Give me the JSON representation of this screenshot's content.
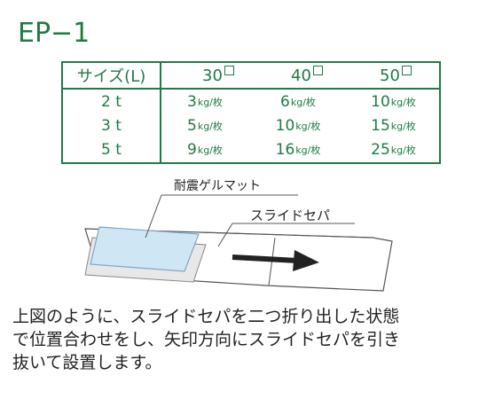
{
  "title": "EP−1",
  "table": {
    "header": {
      "size_label": "サイズ(L)",
      "col1": "30",
      "col2": "40",
      "col3": "50"
    },
    "unit": "kg/枚",
    "rows": [
      {
        "label": "2 t",
        "v1": "3",
        "v2": "6",
        "v3": "10"
      },
      {
        "label": "3 t",
        "v1": "5",
        "v2": "10",
        "v3": "15"
      },
      {
        "label": "5 t",
        "v1": "9",
        "v2": "16",
        "v3": "25"
      }
    ]
  },
  "diagram": {
    "label_mat": "耐震ゲルマット",
    "label_separator": "スライドセパ",
    "colors": {
      "mat": "#cfe6f5",
      "mat_edge": "#7fa8c4",
      "line": "#555555",
      "arrow": "#222222"
    }
  },
  "caption": {
    "line1": "上図のように、スライドセパを二つ折り出した状態",
    "line2": "で位置合わせをし、矢印方向にスライドセパを引き",
    "line3": "抜いて設置します。"
  },
  "colors": {
    "accent": "#1f7a45",
    "text": "#222222"
  }
}
